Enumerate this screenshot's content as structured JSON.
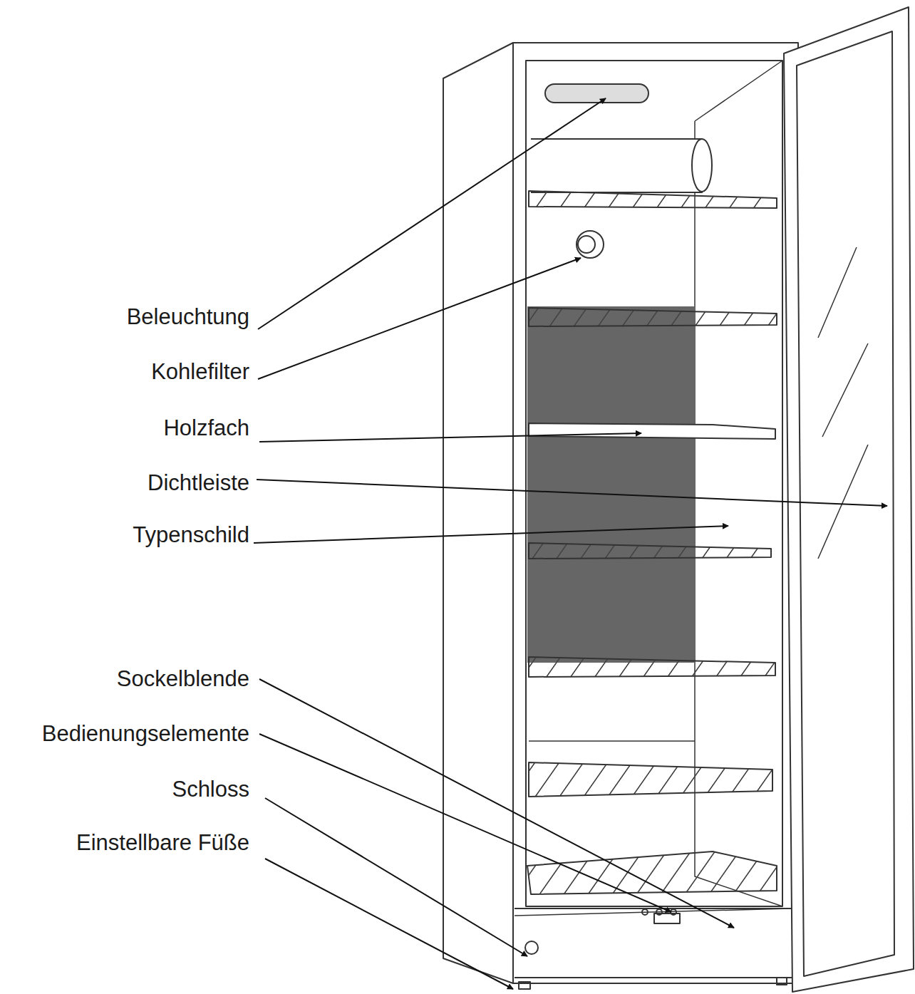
{
  "diagram": {
    "labels": [
      "Beleuchtung",
      "Kohlefilter",
      "Holzfach",
      "Dichtleiste",
      "Typenschild",
      "Sockelblende",
      "Bedienungselemente",
      "Schloss",
      "Einstellbare Füße"
    ]
  }
}
